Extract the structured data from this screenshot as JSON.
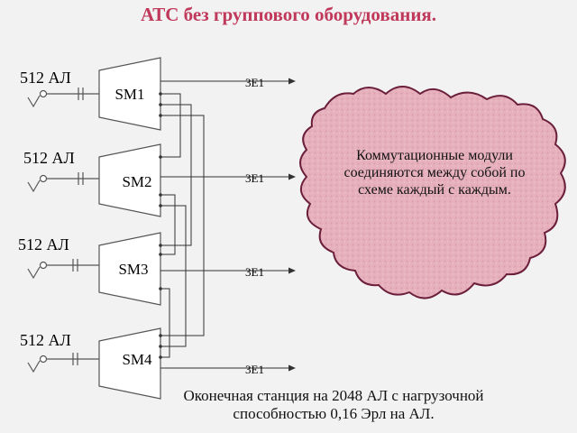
{
  "title": "АТС без группового оборудования.",
  "modules": [
    {
      "name": "SM1",
      "subscriber_label": "512 АЛ",
      "trunk_label": "3E1"
    },
    {
      "name": "SM2",
      "subscriber_label": "512 АЛ",
      "trunk_label": "3E1"
    },
    {
      "name": "SM3",
      "subscriber_label": "512 АЛ",
      "trunk_label": "3E1"
    },
    {
      "name": "SM4",
      "subscriber_label": "512 АЛ",
      "trunk_label": "3E1"
    }
  ],
  "cloud_text": "Коммутационные модули соединяются между собой по схеме каждый с каждым.",
  "footer": "Оконечная станция на 2048 АЛ с нагрузочной способностью 0,16 Эрл на АЛ.",
  "colors": {
    "title": "#c0395a",
    "module_fill": "#ffffff",
    "cloud_fill": "#e8b4c0",
    "cloud_stroke": "#6b1f3b"
  }
}
